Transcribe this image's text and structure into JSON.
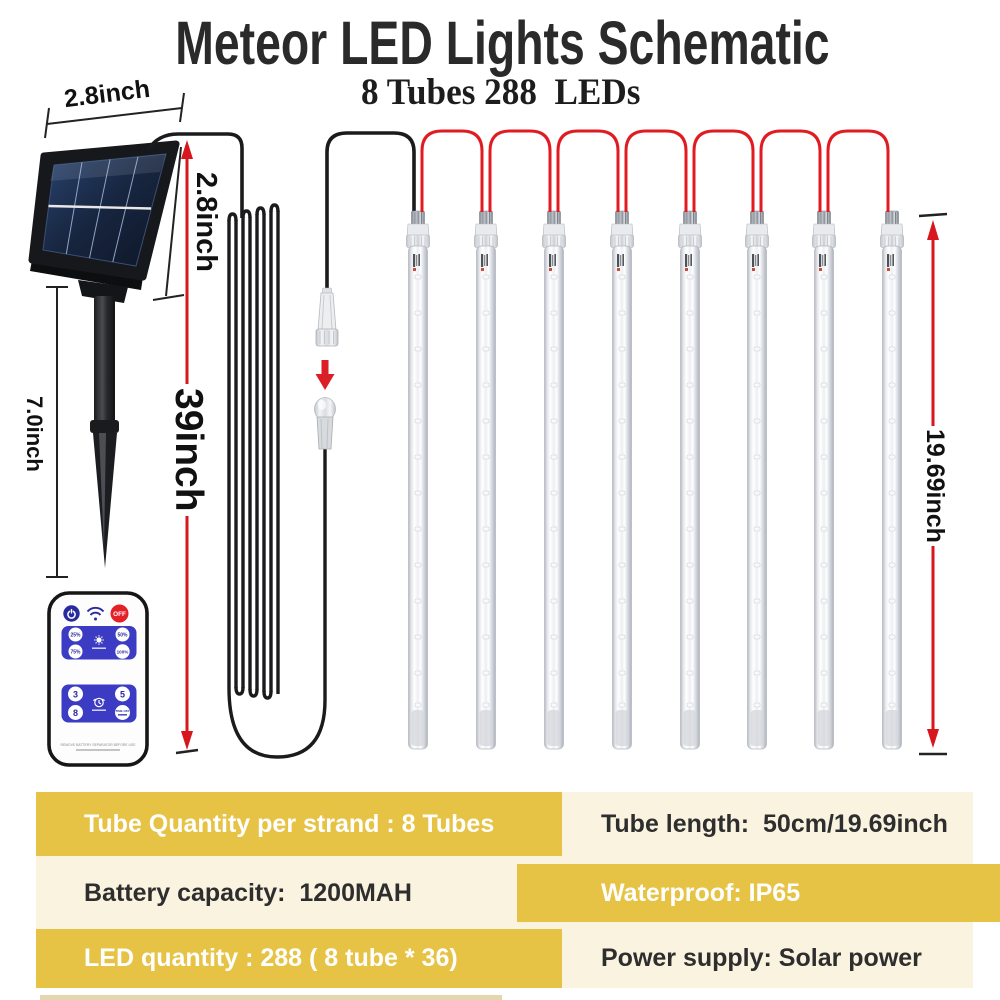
{
  "header": {
    "title": "Meteor LED Lights Schematic",
    "subtitle": "8 Tubes 288  LEDs"
  },
  "dimensions": {
    "panel_width": "2.8inch",
    "panel_height": "2.8inch",
    "stake_length": "7.0inch",
    "cable_length": "39inch",
    "tube_length": "19.69inch"
  },
  "remote": {
    "buttons": {
      "off": "OFF",
      "dim_25": "25%",
      "dim_50": "50%",
      "dim_75": "75%",
      "dim_100": "100%",
      "timer_3": "3",
      "timer_5": "5",
      "timer_8": "8",
      "time_off_line1": "TIME OFF"
    },
    "footer": "REMOVE BATTERY SEPARATOR BEFORE USE"
  },
  "specs": {
    "rows": [
      [
        {
          "text": "Tube Quantity per strand : 8 Tubes",
          "variant": "yellow"
        },
        {
          "text": "Tube length:  50cm/19.69inch",
          "variant": "cream"
        }
      ],
      [
        {
          "text": "Battery capacity:  1200MAH",
          "variant": "cream"
        },
        {
          "text": "Waterproof: IP65",
          "variant": "yellow"
        }
      ],
      [
        {
          "text": "LED quantity : 288 ( 8 tube * 36)",
          "variant": "yellow"
        },
        {
          "text": "Power supply: Solar power",
          "variant": "cream"
        }
      ]
    ]
  },
  "colors": {
    "accent_yellow": "#e7c345",
    "cream": "#faf3e0",
    "wire_red": "#e11b22",
    "remote_blue": "#3b3bc4",
    "off_red": "#e42127"
  }
}
